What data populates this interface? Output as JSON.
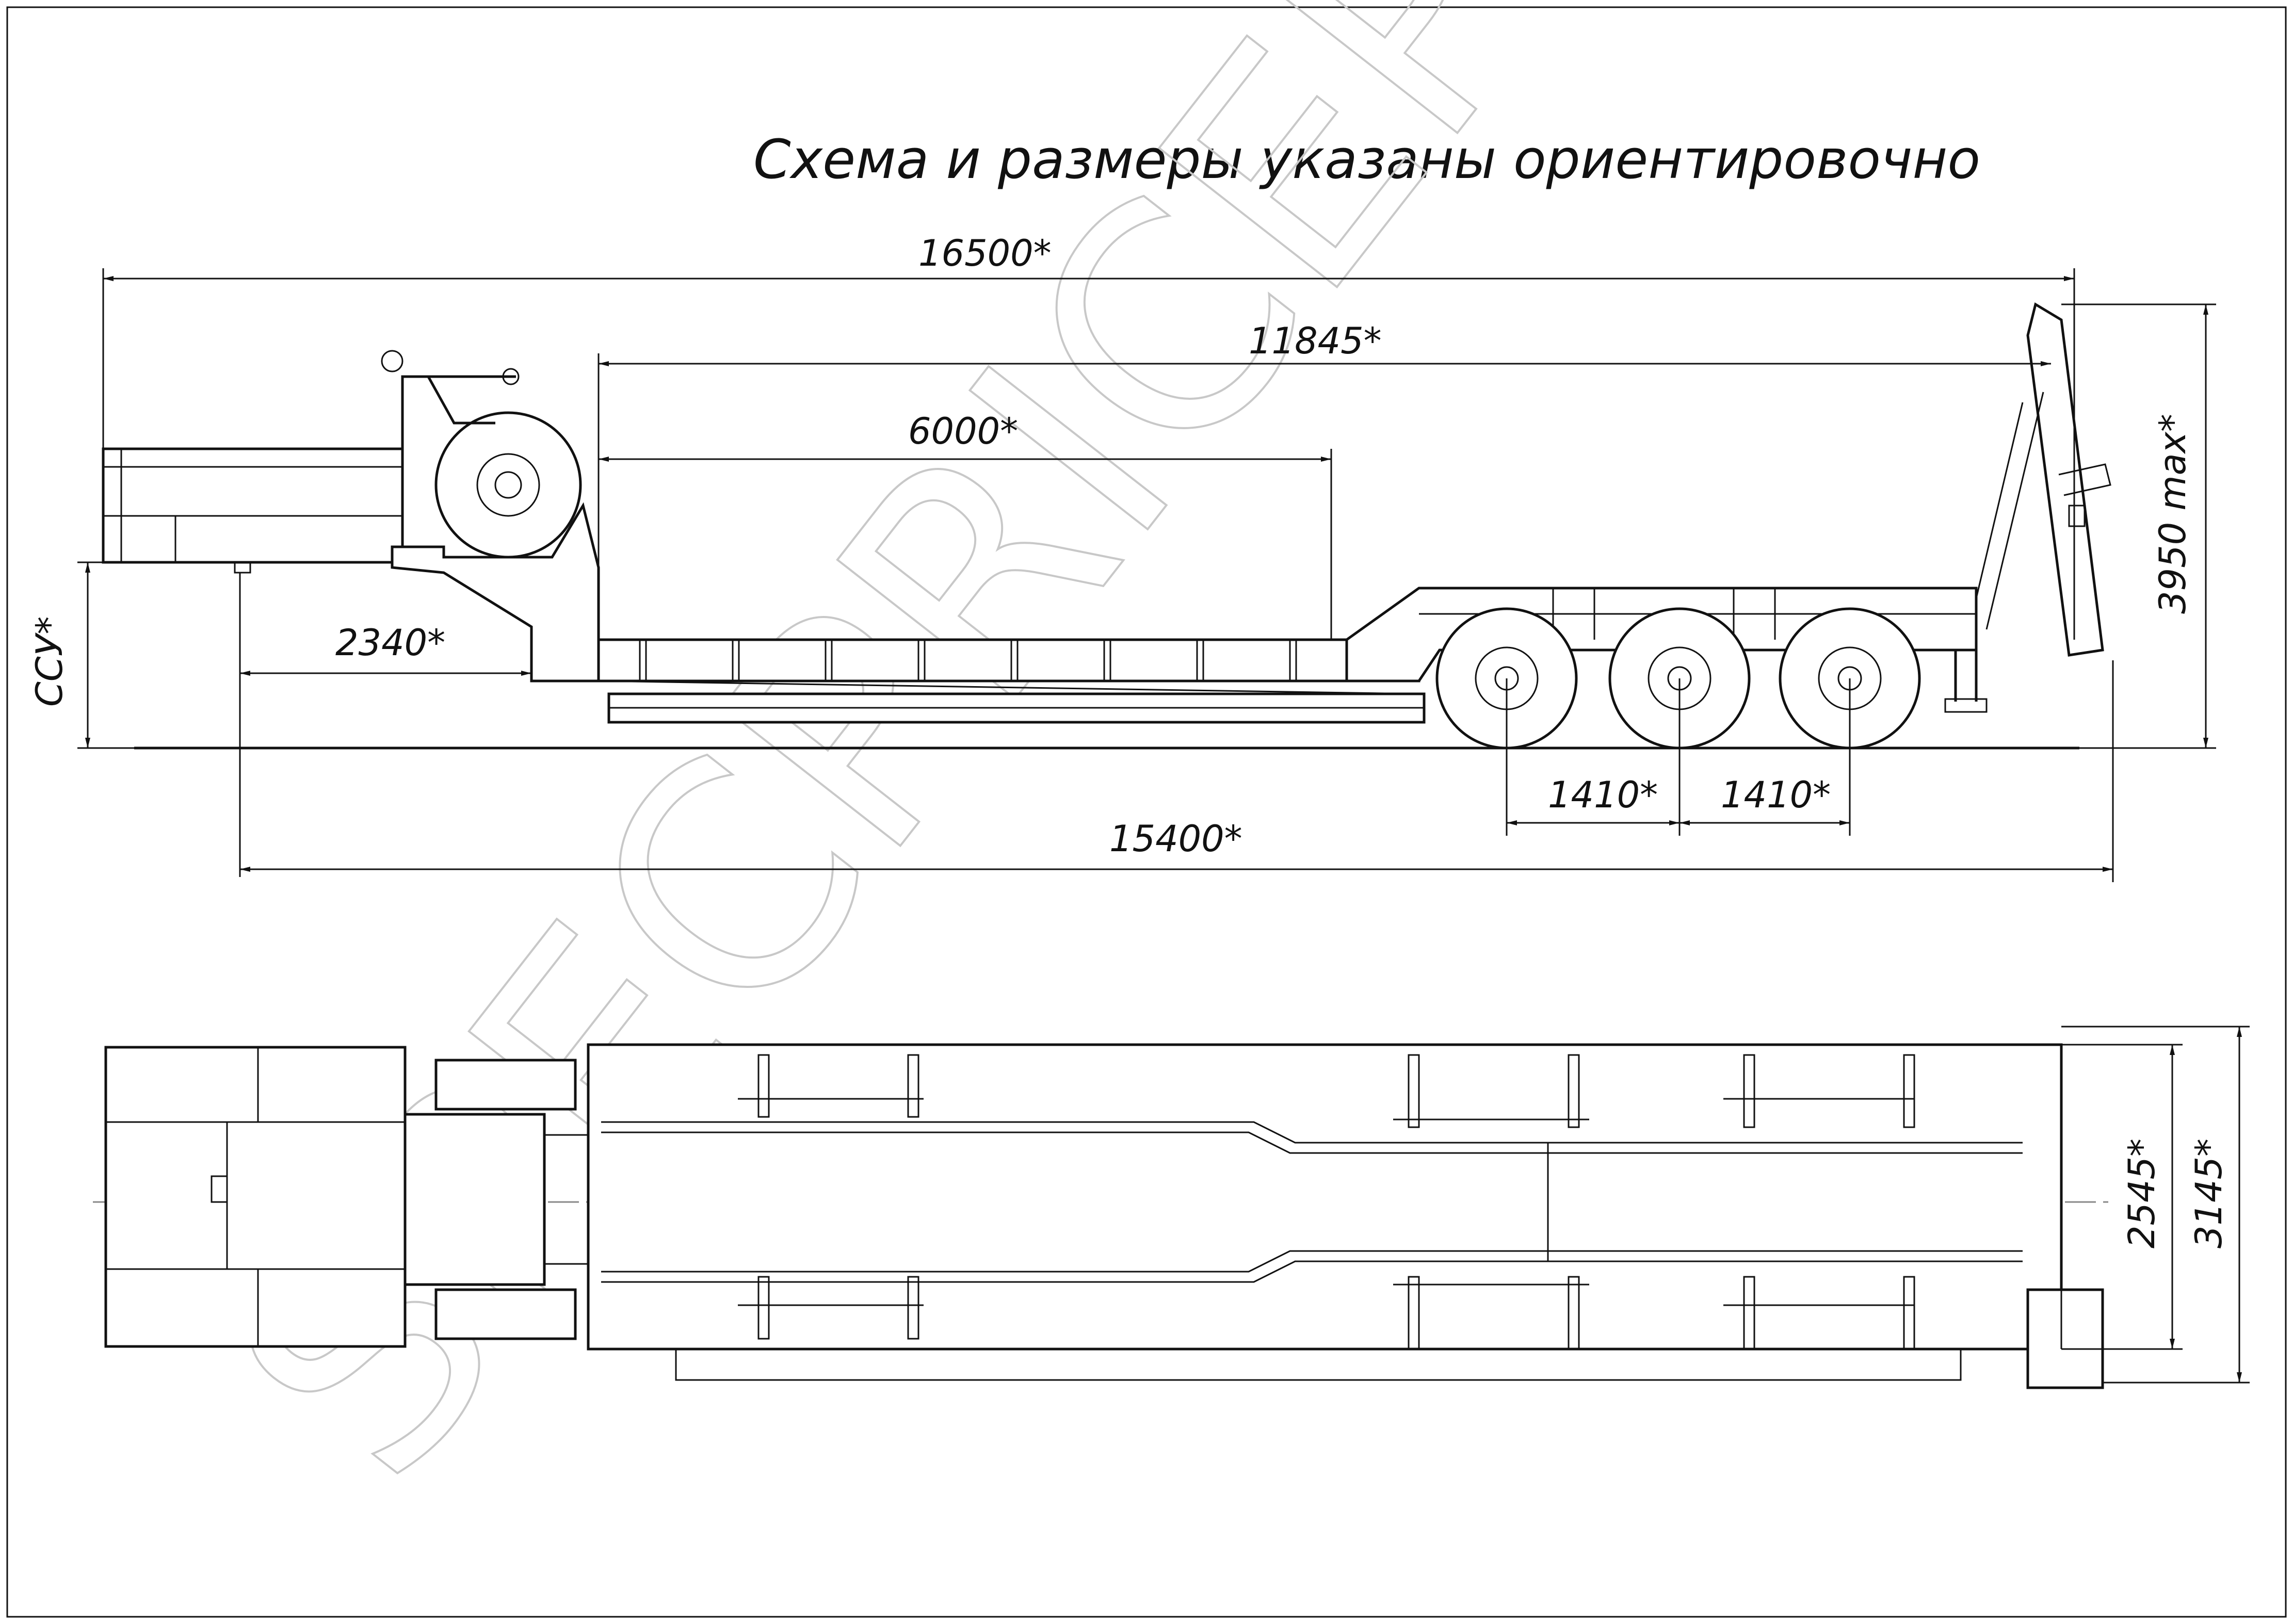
{
  "title": "Схема и размеры указаны ориентировочно",
  "watermark": "SPECPRICEP",
  "dimensions": {
    "overall_length": "16500*",
    "deck_length": "11845*",
    "lower_deck": "6000*",
    "kingpin_offset": "2340*",
    "axle_spacing_1": "1410*",
    "axle_spacing_2": "1410*",
    "base_length": "15400*",
    "height_max": "3950 max*",
    "fifth_wheel_height": "ССУ*",
    "inner_width": "2545*",
    "outer_width": "3145*"
  },
  "colors": {
    "line": "#111111",
    "watermark": "#c8c8c8",
    "background": "#ffffff"
  }
}
